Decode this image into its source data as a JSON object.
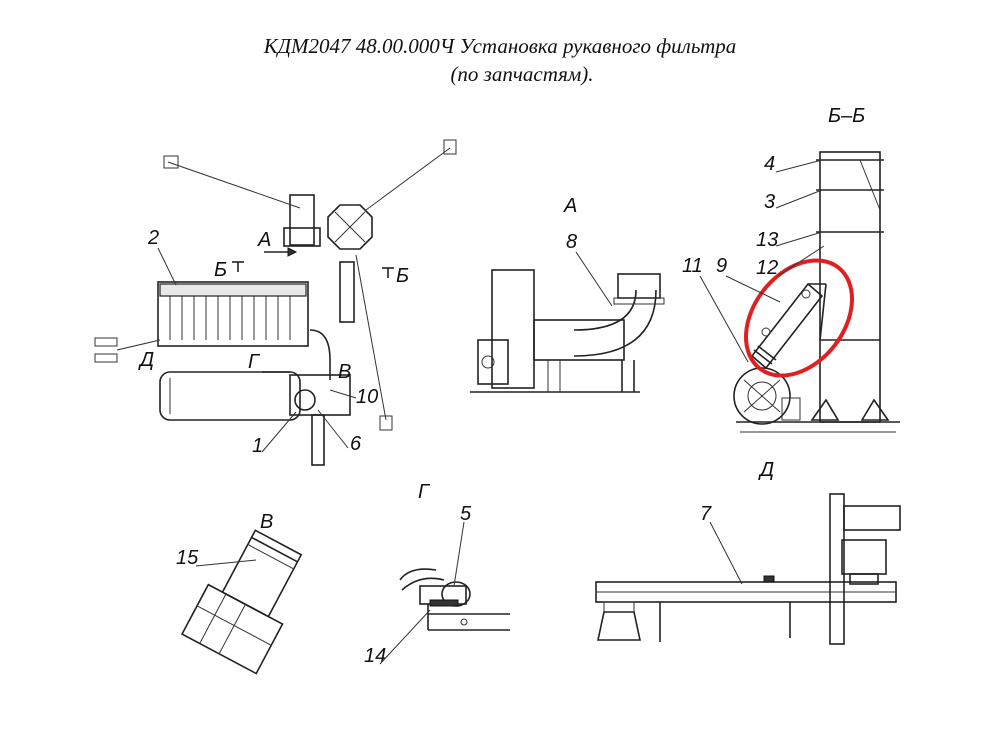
{
  "title": {
    "line1": "КДМ2047 48.00.000Ч Установка рукавного фильтра",
    "line2": "(по запчастям)."
  },
  "views": {
    "A": "А",
    "BB": "Б–Б",
    "V": "В",
    "G": "Г",
    "D": "Д"
  },
  "section_marks": {
    "b_left": "Б",
    "b_right": "Б",
    "a_arrow": "А",
    "g_arrow": "Г",
    "v_arrow": "В",
    "d_arrow": "Д"
  },
  "callouts": {
    "n1": "1",
    "n2": "2",
    "n3": "3",
    "n4": "4",
    "n5": "5",
    "n6": "6",
    "n7": "7",
    "n8": "8",
    "n9": "9",
    "n10": "10",
    "n11": "11",
    "n12": "12",
    "n13": "13",
    "n14": "14",
    "n15": "15"
  },
  "highlight": {
    "color": "#e02020"
  }
}
